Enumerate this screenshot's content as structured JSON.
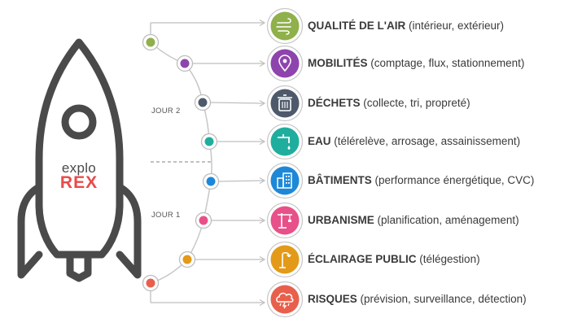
{
  "logo": {
    "line1": "explo",
    "line2": "REX"
  },
  "days": [
    {
      "label": "JOUR 2"
    },
    {
      "label": "JOUR 1"
    }
  ],
  "themes": [
    {
      "title": "QUALITÉ DE L'AIR",
      "detail": "(intérieur, extérieur)",
      "color": "#8fb04a",
      "icon": "wind-icon"
    },
    {
      "title": "MOBILITÉS",
      "detail": "(comptage, flux, stationnement)",
      "color": "#8e44ad",
      "icon": "location-pin-icon"
    },
    {
      "title": "DÉCHETS",
      "detail": "(collecte, tri, propreté)",
      "color": "#4e5a6b",
      "icon": "trash-can-icon"
    },
    {
      "title": "EAU",
      "detail": "(télérelève, arrosage, assainissement)",
      "color": "#1fae9e",
      "icon": "faucet-icon"
    },
    {
      "title": "BÂTIMENTS",
      "detail": "(performance énergétique, CVC)",
      "color": "#1e88d8",
      "icon": "buildings-icon"
    },
    {
      "title": "URBANISME",
      "detail": "(planification, aménagement)",
      "color": "#e8508a",
      "icon": "crane-icon"
    },
    {
      "title": "ÉCLAIRAGE PUBLIC",
      "detail": "(télégestion)",
      "color": "#e39a18",
      "icon": "street-lamp-icon"
    },
    {
      "title": "RISQUES",
      "detail": "(prévision, surveillance, détection)",
      "color": "#e8604c",
      "icon": "storm-cloud-icon"
    }
  ]
}
